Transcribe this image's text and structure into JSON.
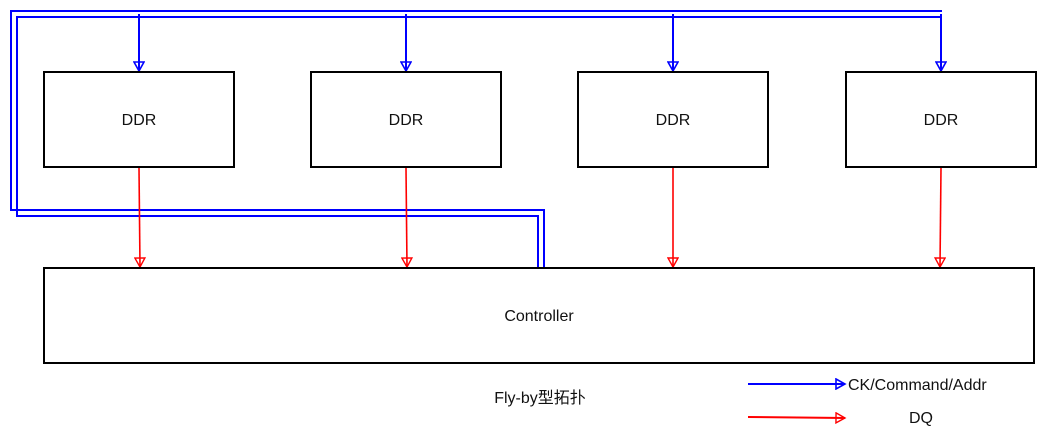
{
  "diagram": {
    "title": "Fly-by型拓扑",
    "ddr_modules": [
      {
        "label": "DDR"
      },
      {
        "label": "DDR"
      },
      {
        "label": "DDR"
      },
      {
        "label": "DDR"
      }
    ],
    "controller": {
      "label": "Controller"
    },
    "colors": {
      "ck_command_addr": "#0000ff",
      "dq": "#ff0000",
      "box_stroke": "#000000"
    },
    "legend": [
      {
        "label": "CK/Command/Addr",
        "color": "#0000ff"
      },
      {
        "label": "DQ",
        "color": "#ff0000"
      }
    ]
  }
}
